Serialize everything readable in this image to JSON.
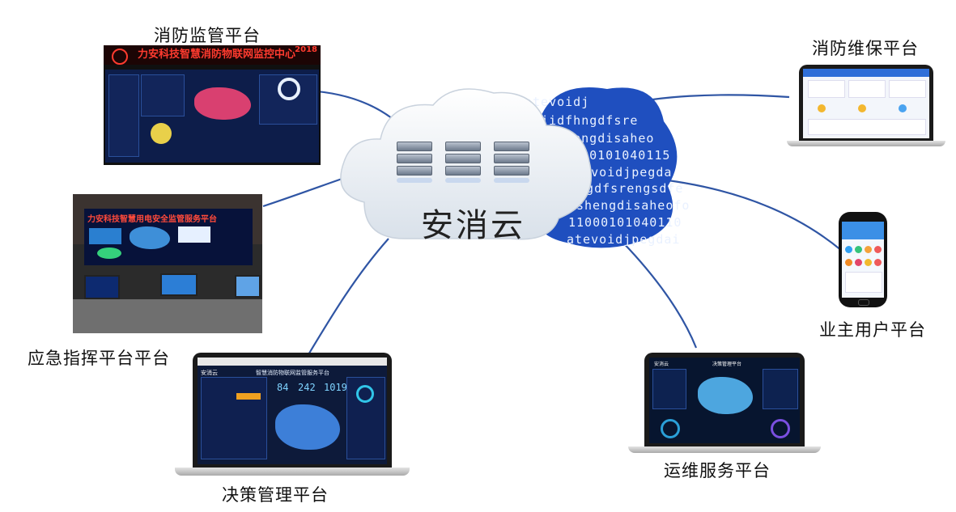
{
  "center": {
    "label": "安消云"
  },
  "platforms": {
    "supervision": "消防监管平台",
    "maintenance": "消防维保平台",
    "emergency": "应急指挥平台平台",
    "owner": "业主用户平台",
    "decision": "决策管理平台",
    "operations": "运维服务平台"
  },
  "screen_texts": {
    "supervision_banner": "力安科技智慧消防物联网监控中心",
    "supervision_year": "2018",
    "emergency_banner": "力安科技智慧用电安全监管服务平台",
    "decision_title": "智慧消防物联网监管服务平台",
    "decision_counts": [
      "84",
      "242",
      "1019"
    ],
    "decision_logo": "安消云",
    "operations_title": "决策管理平台",
    "operations_logo": "安消云"
  },
  "cloud_code": [
    "atevoidj",
    "fejidfhngdfsre",
    "ieshengdisaheo",
    "11000101040115",
    "atevoidjpegda",
    "nngdfsrengsdfe",
    "shengdisaheofo",
    "11000101040110",
    "atevoidjpegdai"
  ],
  "colors": {
    "line": "#2f55a4",
    "code_bg": "#1f4fbf"
  }
}
